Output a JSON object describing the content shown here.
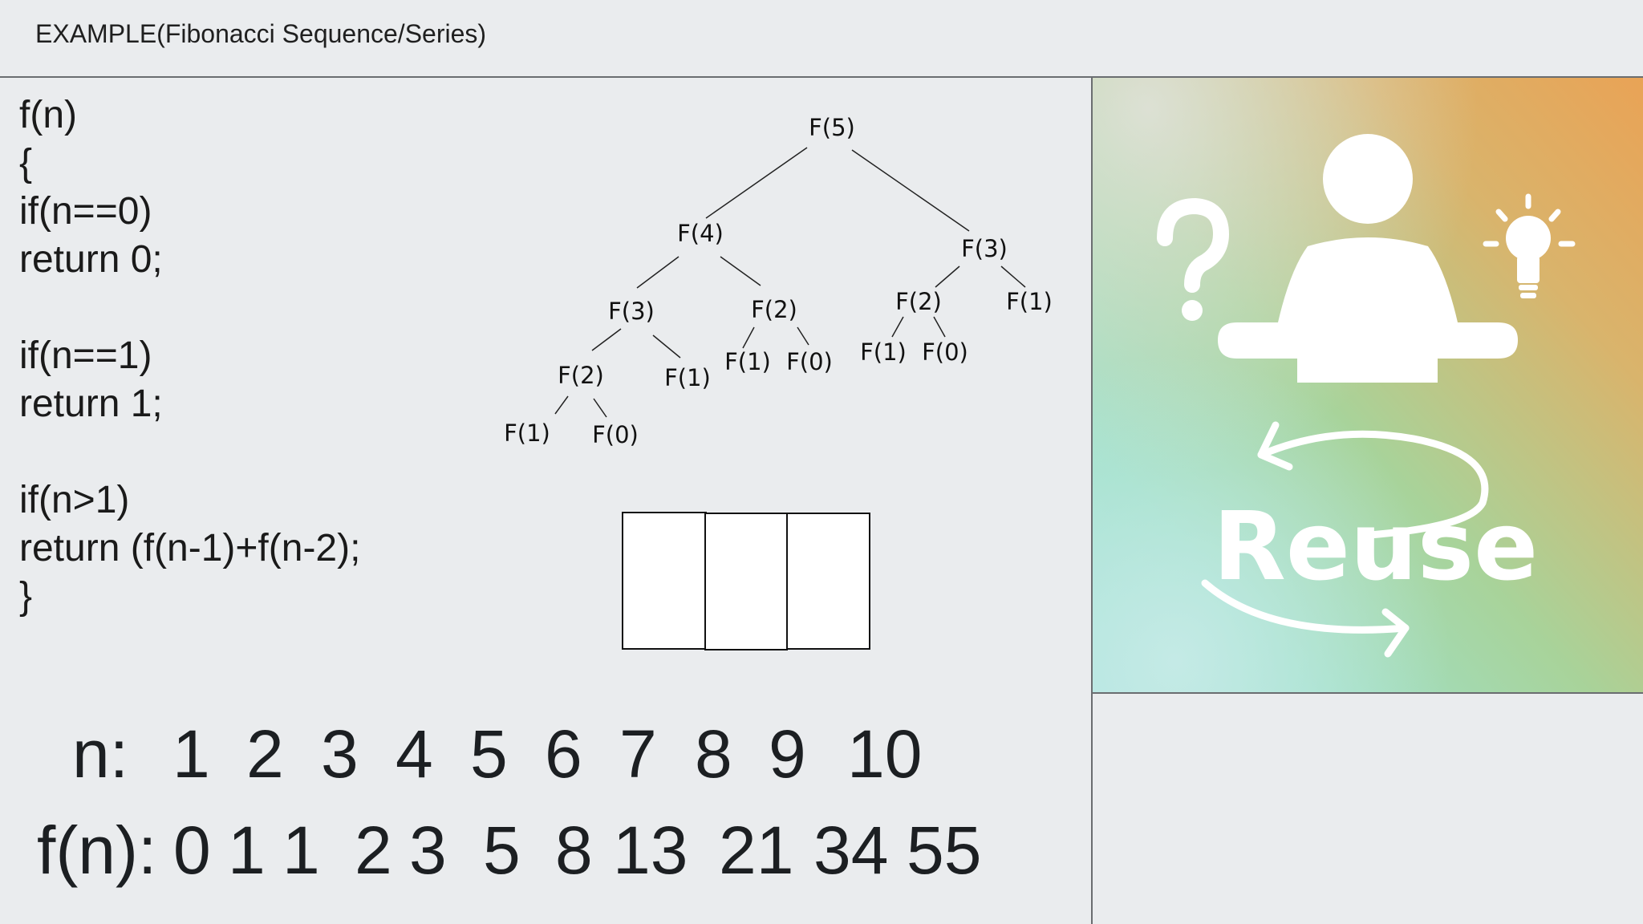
{
  "header": {
    "title": "EXAMPLE(Fibonacci Sequence/Series)"
  },
  "code": {
    "lines": [
      "f(n)",
      "{",
      "if(n==0)",
      "return 0;",
      "",
      "if(n==1)",
      "return 1;",
      "",
      "if(n>1)",
      "return (f(n-1)+f(n-2);",
      "}"
    ]
  },
  "tree": {
    "nodes": [
      "F(5)",
      "F(4)",
      "F(3)",
      "F(3)",
      "F(2)",
      "F(2)",
      "F(1)",
      "F(2)",
      "F(1)",
      "F(1)",
      "F(0)",
      "F(1)",
      "F(0)",
      "F(1)",
      "F(0)"
    ]
  },
  "memo_cells": {
    "count": 3
  },
  "table": {
    "n_label": "n:",
    "n_values": [
      "1",
      "2",
      "3",
      "4",
      "5",
      "6",
      "7",
      "8",
      "9",
      "10"
    ],
    "f_label": "f(n):",
    "f_values": [
      "0",
      "1",
      "1",
      "2",
      "3",
      "5",
      "8",
      "13",
      "21",
      "34",
      "55"
    ]
  },
  "illustration": {
    "word": "Reuse",
    "icons": [
      "person-icon",
      "question-mark-icon",
      "lightbulb-icon",
      "cycle-arrows-icon"
    ],
    "colors": {
      "orange": "#e8a85a",
      "teal": "#9fe0d6",
      "mint": "#b8e6c9"
    }
  }
}
